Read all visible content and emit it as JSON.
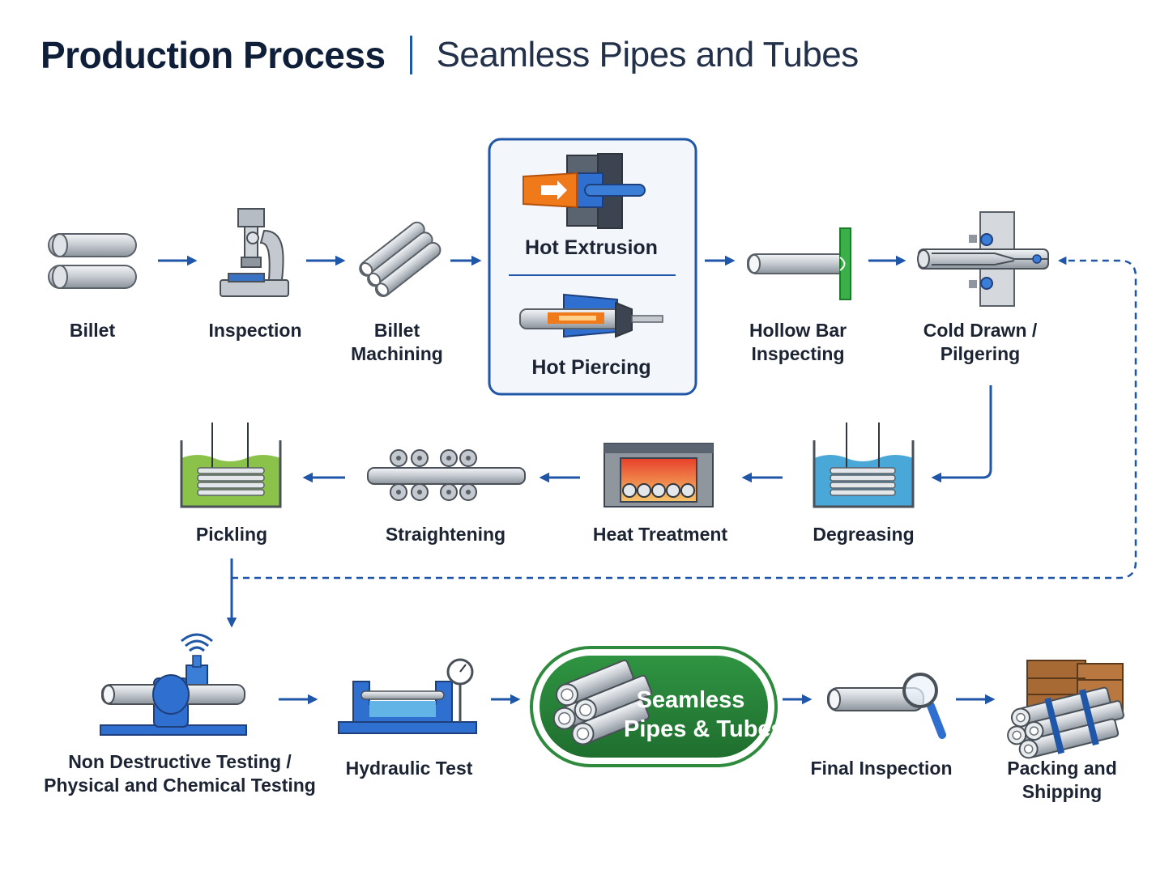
{
  "header": {
    "title": "Production Process",
    "subtitle": "Seamless Pipes and Tubes"
  },
  "colors": {
    "accent_blue": "#1f56a8",
    "pill_green": "#2e8b3e",
    "pickling_green": "#8bc34a",
    "degreasing_blue": "#4aa8d8",
    "extrusion_orange": "#f07a1a"
  },
  "steps": {
    "billet": "Billet",
    "inspection": "Inspection",
    "billet_machining_1": "Billet",
    "billet_machining_2": "Machining",
    "hot_extrusion": "Hot Extrusion",
    "hot_piercing": "Hot Piercing",
    "hollow_bar_1": "Hollow Bar",
    "hollow_bar_2": "Inspecting",
    "cold_drawn_1": "Cold Drawn /",
    "cold_drawn_2": "Pilgering",
    "degreasing": "Degreasing",
    "heat_treatment": "Heat Treatment",
    "straightening": "Straightening",
    "pickling": "Pickling",
    "ndt_1": "Non Destructive Testing /",
    "ndt_2": "Physical and Chemical Testing",
    "hydraulic_test": "Hydraulic Test",
    "final_inspection": "Final Inspection",
    "packing_1": "Packing and",
    "packing_2": "Shipping"
  },
  "result": {
    "line1": "Seamless",
    "line2": "Pipes & Tubes"
  }
}
